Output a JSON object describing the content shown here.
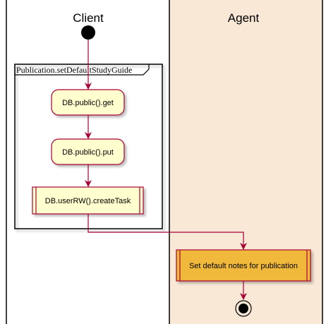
{
  "lanes": {
    "client": {
      "title": "Client"
    },
    "agent": {
      "title": "Agent",
      "background": "#f9e8d6"
    }
  },
  "group": {
    "title": "Publication.setDefaultStudyGuide"
  },
  "nodes": {
    "db_get": {
      "label": "DB.public().get"
    },
    "db_put": {
      "label": "DB.public().put"
    },
    "create_task": {
      "label": "DB.userRW().createTask"
    },
    "set_notes": {
      "label": "Set default notes for publication"
    }
  },
  "colors": {
    "activity_fill": "#fefece",
    "highlight_fill": "#f0b93a",
    "border": "#a80036",
    "arrow": "#a80036",
    "lane_line": "#000000"
  }
}
